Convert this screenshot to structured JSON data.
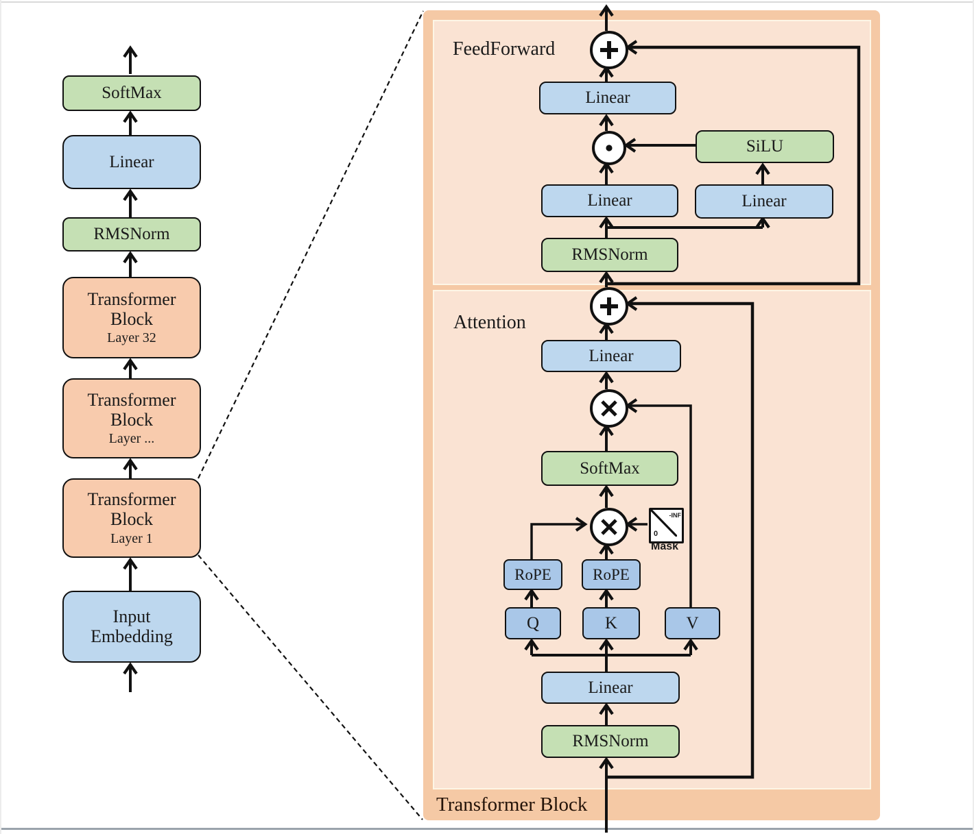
{
  "left_pipeline": {
    "nodes": [
      {
        "label": "SoftMax"
      },
      {
        "label": "Linear"
      },
      {
        "label": "RMSNorm"
      },
      {
        "line1": "Transformer",
        "line2": "Block",
        "sub": "Layer 32"
      },
      {
        "line1": "Transformer",
        "line2": "Block",
        "sub": "Layer ..."
      },
      {
        "line1": "Transformer",
        "line2": "Block",
        "sub": "Layer 1"
      },
      {
        "line1": "Input",
        "line2": "Embedding"
      }
    ]
  },
  "right_panel": {
    "title": "Transformer Block",
    "feedforward": {
      "label": "FeedForward",
      "linear_out": "Linear",
      "silu": "SiLU",
      "linear_gate": "Linear",
      "linear_up": "Linear",
      "rmsnorm": "RMSNorm"
    },
    "attention": {
      "label": "Attention",
      "linear_out": "Linear",
      "softmax": "SoftMax",
      "mask": {
        "neg_inf": "-INF",
        "zero": "0",
        "label": "Mask"
      },
      "rope_q": "RoPE",
      "rope_k": "RoPE",
      "q": "Q",
      "k": "K",
      "v": "V",
      "linear_in": "Linear",
      "rmsnorm": "RMSNorm"
    }
  },
  "colors": {
    "green_box": "#c5e0b4",
    "blue_box": "#bdd7ee",
    "blue_small_box": "#a9c7e8",
    "orange_box": "#f8cbad",
    "panel_outer": "#f5c9a5",
    "panel_inner": "#fae3d3",
    "line": "#111111"
  }
}
